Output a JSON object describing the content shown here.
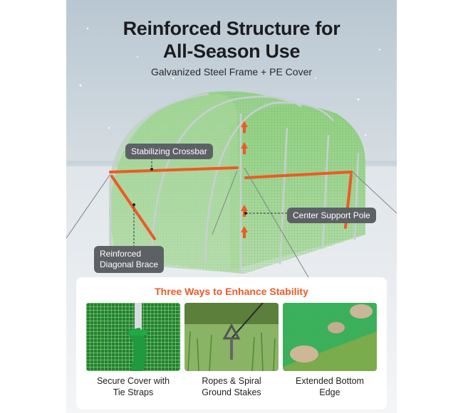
{
  "hero": {
    "title_line1": "Reinforced Structure for",
    "title_line2": "All-Season Use",
    "subtitle": "Galvanized Steel Frame + PE Cover"
  },
  "callouts": {
    "crossbar": "Stabilizing Crossbar",
    "center_pole": "Center Support Pole",
    "brace_line1": "Reinforced",
    "brace_line2": "Diagonal Brace"
  },
  "stability": {
    "heading": "Three Ways to Enhance Stability",
    "items": [
      {
        "line1": "Secure Cover with",
        "line2": "Tie Straps",
        "icon": "tie-strap-photo"
      },
      {
        "line1": "Ropes & Spiral",
        "line2": "Ground Stakes",
        "icon": "ground-stake-photo"
      },
      {
        "line1": "Extended Bottom",
        "line2": "Edge",
        "icon": "bottom-edge-photo"
      }
    ]
  },
  "colors": {
    "accent": "#ec5b26",
    "frame_orange": "#ee5a24",
    "cover_green": "#5fbf52",
    "callout_bg": "#5d6165"
  }
}
